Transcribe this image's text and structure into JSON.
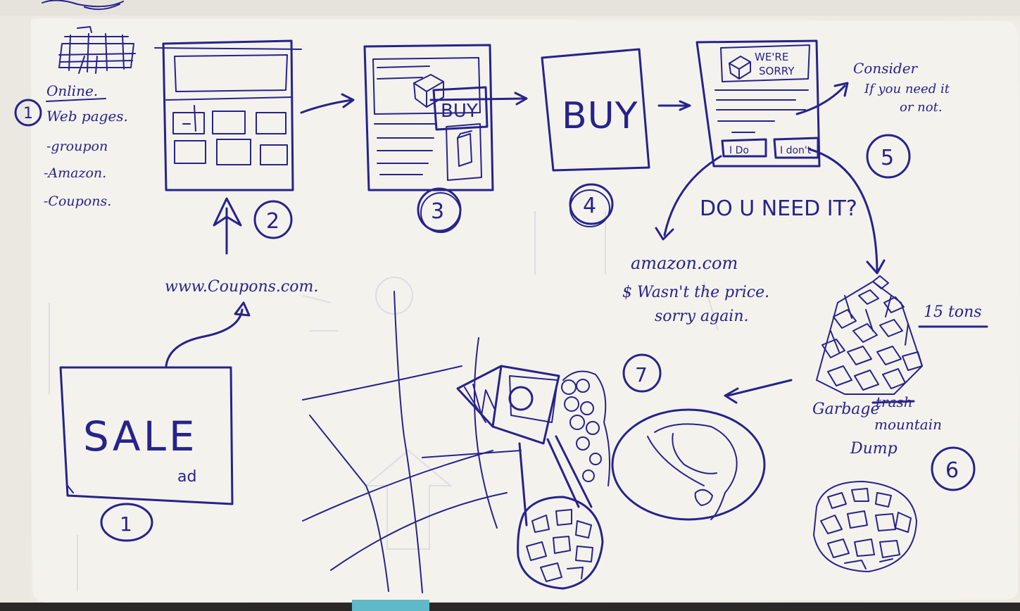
{
  "notebook": {
    "paper_color": "#f2f0ea",
    "ink_color": "#27238a",
    "bleed_color": "#b9c7d6"
  },
  "steps": {
    "step1_top": {
      "number": "1",
      "heading": "Online.",
      "line2": "Web pages.",
      "bullets": [
        "-groupon",
        "-Amazon.",
        "-Coupons."
      ]
    },
    "step1_bottom": {
      "number": "1",
      "sale_text": "SALE",
      "ad_text": "ad"
    },
    "step2": {
      "number": "2",
      "url": "www.Coupons.com."
    },
    "step3": {
      "number": "3",
      "buy_button": "BUY"
    },
    "step4": {
      "number": "4",
      "buy_text": "BUY"
    },
    "step5": {
      "number": "5",
      "header_line1": "WE'RE",
      "header_line2": "SORRY",
      "button_do": "I Do",
      "button_dont": "I don't",
      "note_line1": "Consider",
      "note_line2": "If you need it",
      "note_line3": "or not.",
      "question": "DO U NEED IT?"
    },
    "step6": {
      "number": "6",
      "tons": "15 tons",
      "label1": "Garbage",
      "label_struck": "trash",
      "label2": "mountain",
      "label3": "Dump"
    },
    "step7": {
      "number": "7"
    },
    "amazon": {
      "line1": "amazon.com",
      "line2": "$ Wasn't the price.",
      "line3": "sorry again."
    }
  }
}
